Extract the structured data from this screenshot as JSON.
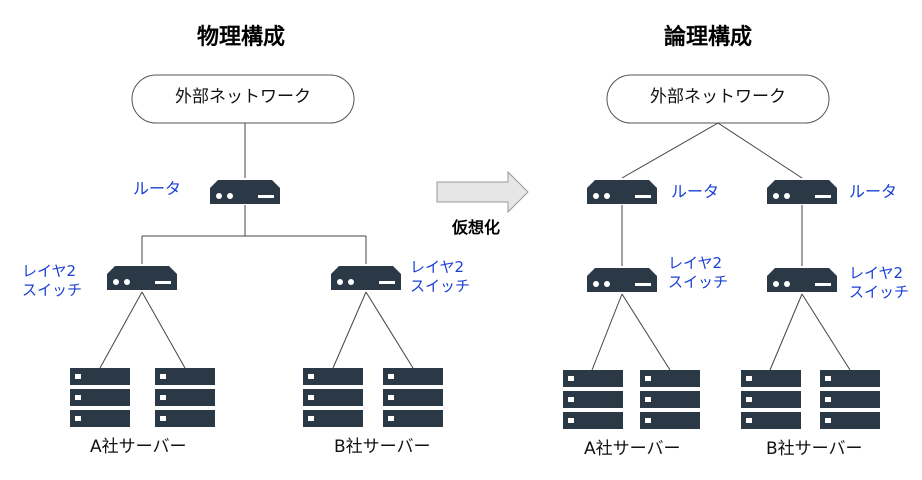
{
  "physical": {
    "title": "物理構成",
    "network_label": "外部ネットワーク",
    "router_label": "ルータ",
    "switch_a_label": [
      "レイヤ2",
      "スイッチ"
    ],
    "switch_b_label": [
      "レイヤ2",
      "スイッチ"
    ],
    "server_a_label": "A社サーバー",
    "server_b_label": "B社サーバー"
  },
  "arrow": {
    "label": "仮想化"
  },
  "logical": {
    "title": "論理構成",
    "network_label": "外部ネットワーク",
    "router_a_label": "ルータ",
    "router_b_label": "ルータ",
    "switch_a_label": [
      "レイヤ2",
      "スイッチ"
    ],
    "switch_b_label": [
      "レイヤ2",
      "スイッチ"
    ],
    "server_a_label": "A社サーバー",
    "server_b_label": "B社サーバー"
  },
  "colors": {
    "device": "#2b3845",
    "label_blue": "#1a3fd6",
    "arrow_fill": "#e6e6e6",
    "arrow_stroke": "#9a9a9a"
  }
}
